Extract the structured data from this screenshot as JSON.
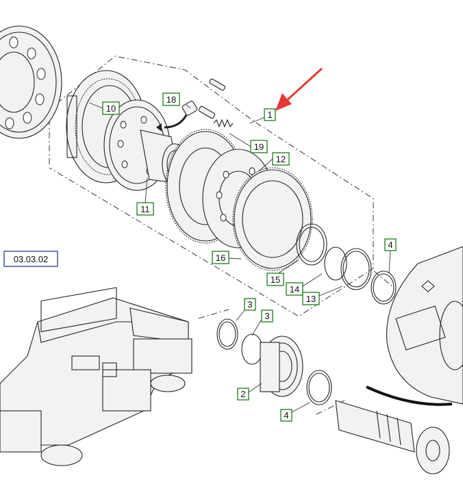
{
  "reference_box": {
    "label": "03.03.02"
  },
  "callouts": [
    {
      "id": "c1",
      "label": "1"
    },
    {
      "id": "c10",
      "label": "10"
    },
    {
      "id": "c18",
      "label": "18"
    },
    {
      "id": "c19",
      "label": "19"
    },
    {
      "id": "c12",
      "label": "12"
    },
    {
      "id": "c11",
      "label": "11"
    },
    {
      "id": "c16",
      "label": "16"
    },
    {
      "id": "c15",
      "label": "15"
    },
    {
      "id": "c14",
      "label": "14"
    },
    {
      "id": "c13",
      "label": "13"
    },
    {
      "id": "c4a",
      "label": "4"
    },
    {
      "id": "c3a",
      "label": "3"
    },
    {
      "id": "c3b",
      "label": "3"
    },
    {
      "id": "c2",
      "label": "2"
    },
    {
      "id": "c4b",
      "label": "4"
    }
  ],
  "colors": {
    "callout_border": "#1a7a1a",
    "reference_border": "#2b3a8c",
    "arrow": "#e53935"
  }
}
